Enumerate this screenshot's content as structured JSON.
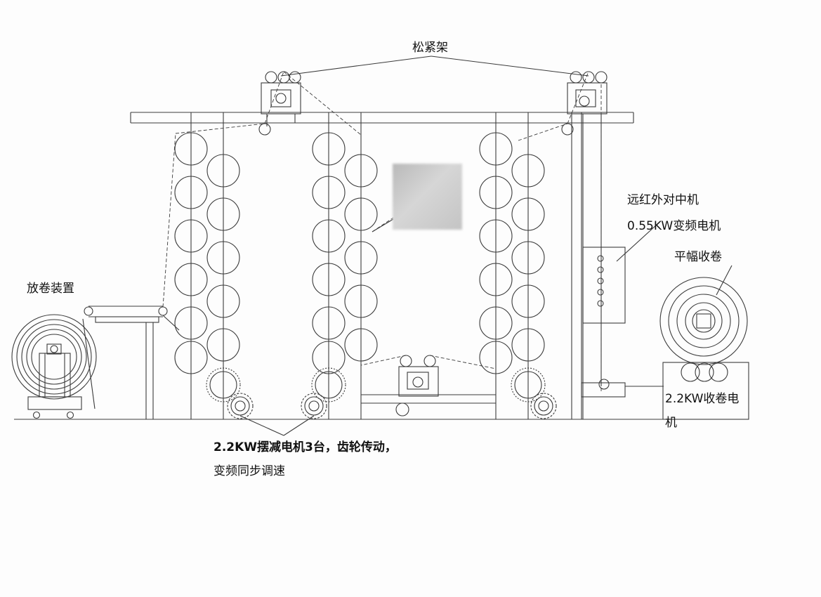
{
  "labels": {
    "tension_frame": "松紧架",
    "unwind_device": "放卷装置",
    "ir_centering": "远红外对中机",
    "ir_motor": "0.55KW变频电机",
    "flat_rewind": "平幅收卷",
    "rewind_motor_line1": "2.2KW收卷电",
    "rewind_motor_line2": "机",
    "main_motor_line1": "2.2KW摆减电机3台，齿轮传动，",
    "main_motor_line2": "变频同步调速"
  },
  "colors": {
    "line": "#3a3a3a",
    "text": "#111111",
    "obscured_patch": "#c8c8c8"
  }
}
